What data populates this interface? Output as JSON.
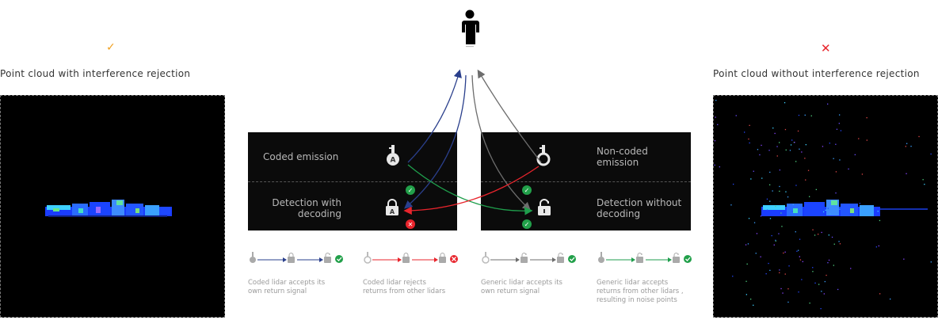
{
  "left": {
    "caption": "Point cloud with interference rejection",
    "mark": "✓"
  },
  "right": {
    "caption": "Point cloud without interference rejection",
    "mark": "✕"
  },
  "center": {
    "icon": "person-icon",
    "left_panel": {
      "emission_label": "Coded emission",
      "detection_label_line1": "Detection with",
      "detection_label_line2": "decoding",
      "key_letter": "A",
      "lock_letter": "A"
    },
    "right_panel": {
      "emission_label_line1": "Non-coded",
      "emission_label_line2": "emission",
      "detection_label_line1": "Detection without",
      "detection_label_line2": "decoding"
    },
    "colors": {
      "blue_path": "#2a3f8c",
      "gray_path": "#6d6d6d",
      "green_path": "#1f9e4c",
      "red_path": "#e8242c"
    }
  },
  "legend": [
    {
      "line1": "Coded lidar accepts its",
      "line2": "own return signal",
      "line3": "",
      "arrow_color": "#2a3f8c",
      "result": "ok"
    },
    {
      "line1": "Coded lidar rejects",
      "line2": "returns from other lidars",
      "line3": "",
      "arrow_color": "#e8242c",
      "result": "reject"
    },
    {
      "line1": "Generic lidar accepts its",
      "line2": "own return signal",
      "line3": "",
      "arrow_color": "#6d6d6d",
      "result": "ok"
    },
    {
      "line1": "Generic lidar accepts",
      "line2": "returns from other lidars ,",
      "line3": "resulting in noise points",
      "arrow_color": "#1f9e4c",
      "result": "ok"
    }
  ]
}
